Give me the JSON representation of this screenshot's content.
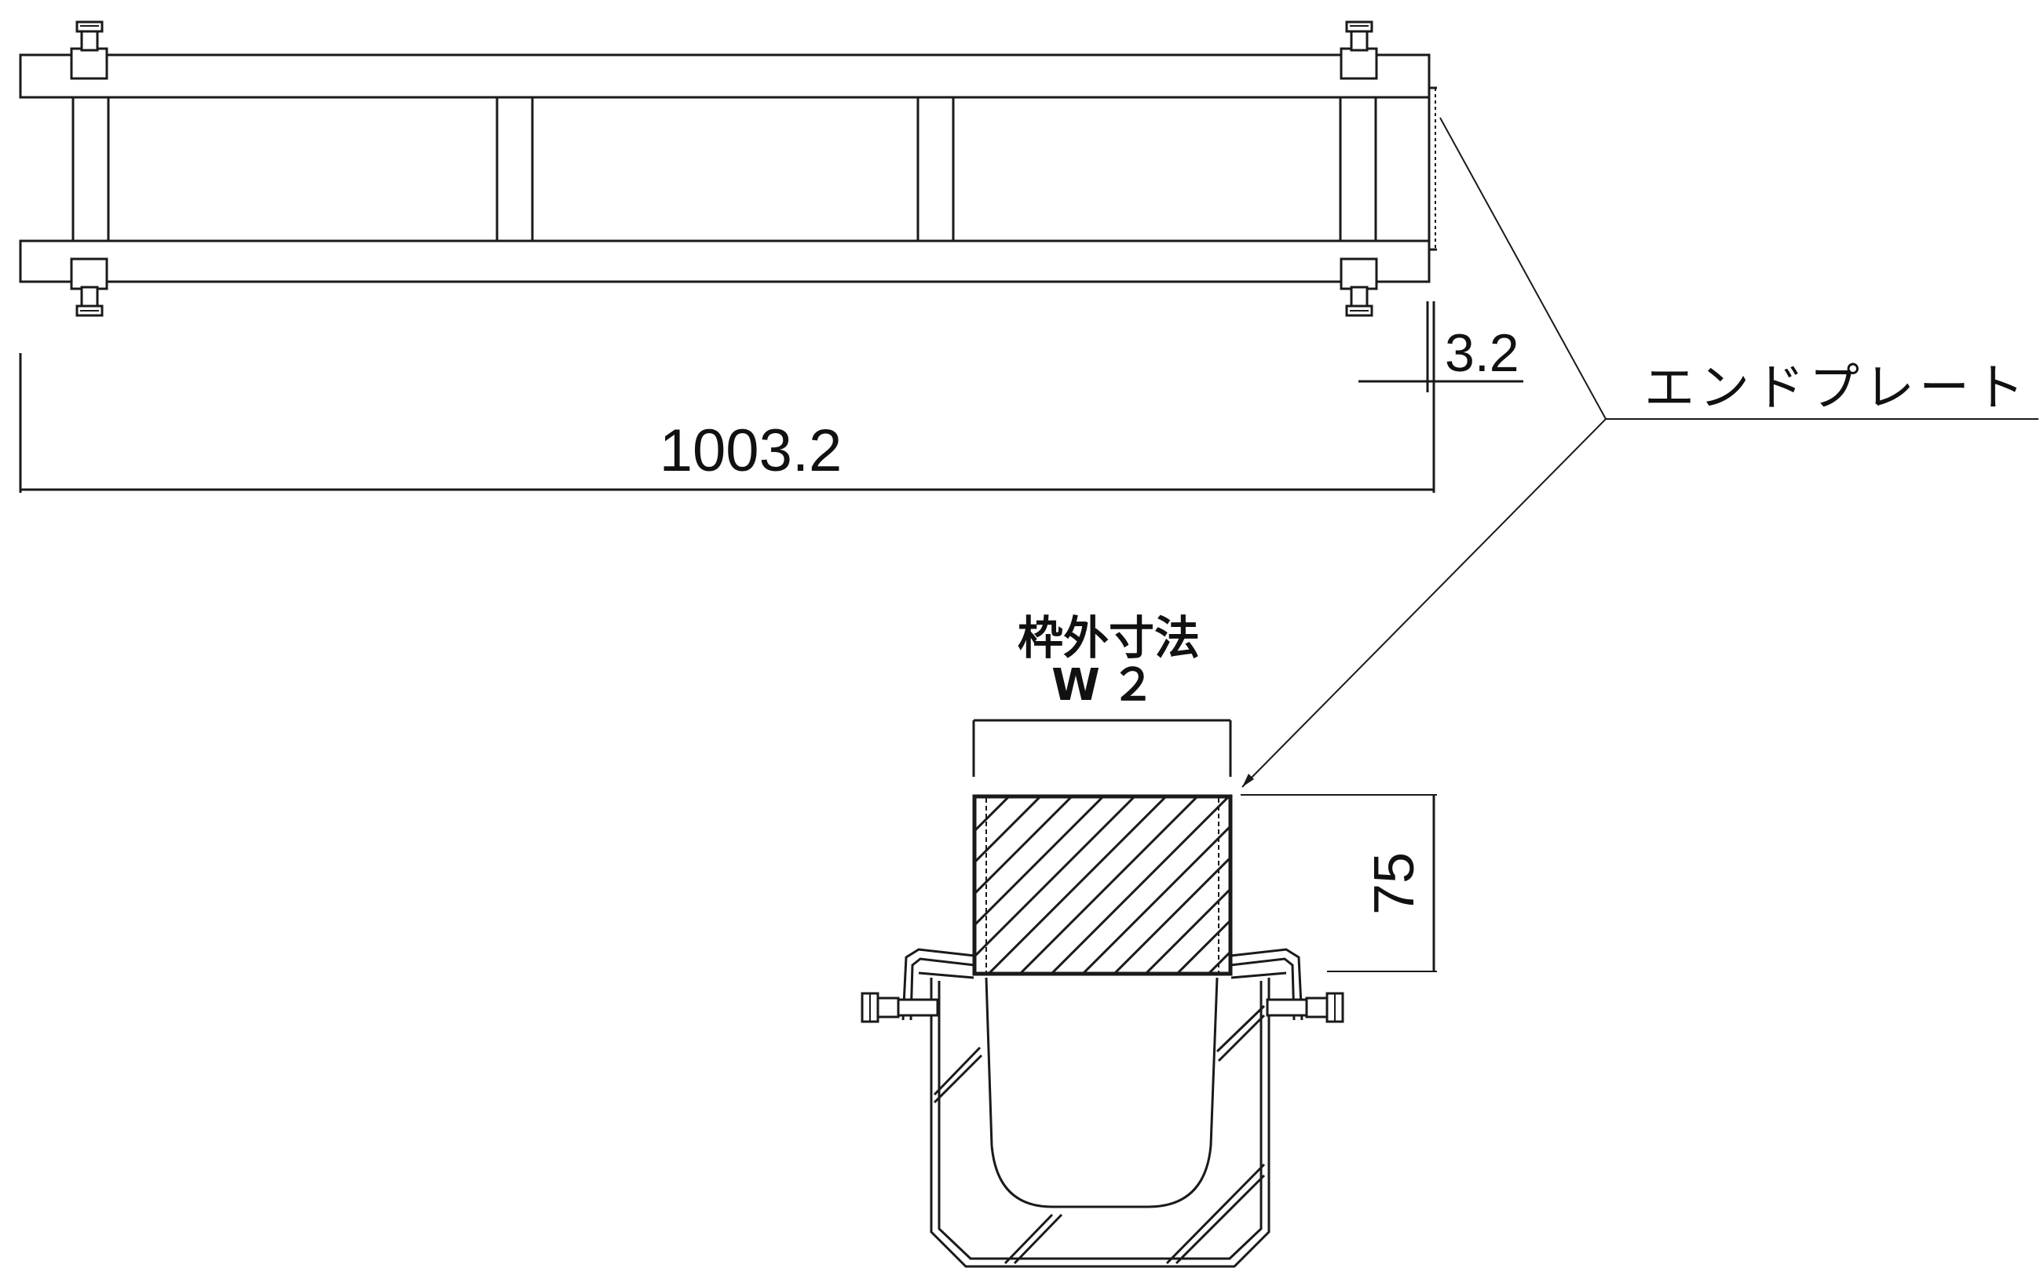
{
  "labels": {
    "length_dim": "1003.2",
    "plate_thickness": "3.2",
    "end_plate": "エンドプレート",
    "frame_outer_dim": "枠外寸法",
    "frame_outer_symbol": "W２",
    "height_dim": "75"
  },
  "colors": {
    "line": "#1a1a1a",
    "background": "#ffffff"
  }
}
